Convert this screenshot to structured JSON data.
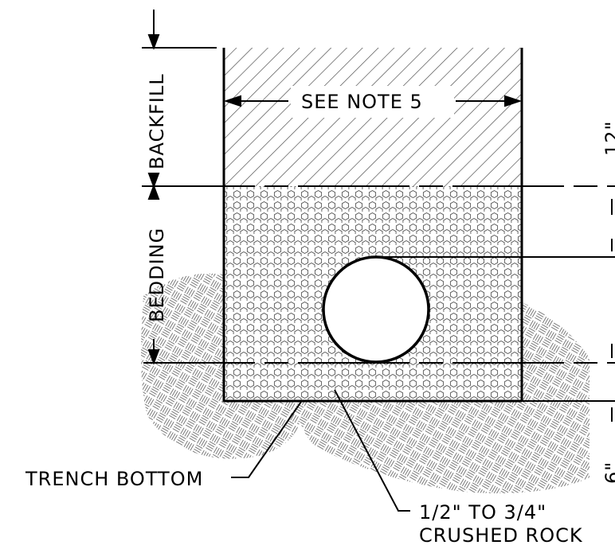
{
  "labels": {
    "backfill": "BACKFILL",
    "bedding": "BEDDING",
    "see_note": "SEE NOTE 5",
    "dim_top_partial": "12\"",
    "dim_bottom_partial": "6\"",
    "trench_bottom": "TRENCH BOTTOM",
    "rock_line1": "1/2\" TO 3/4\"",
    "rock_line2": "CRUSHED ROCK"
  },
  "colors": {
    "line": "#000000",
    "hatch": "#444444",
    "soil": "#7a7a7a",
    "background": "#ffffff"
  }
}
